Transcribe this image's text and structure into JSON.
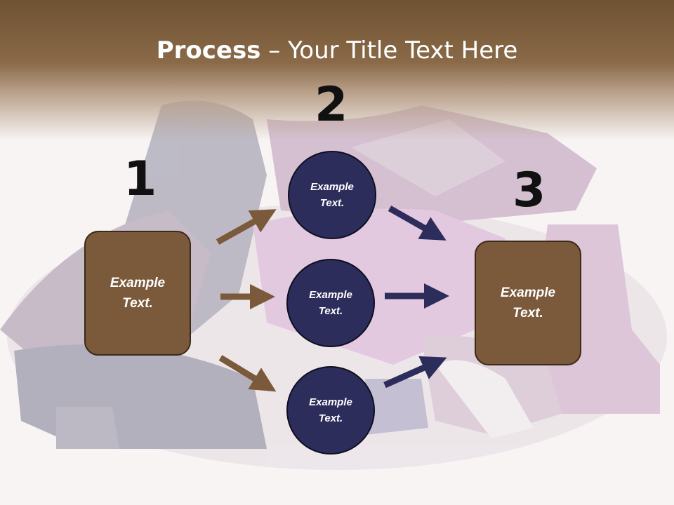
{
  "slide": {
    "title_bold": "Process",
    "title_rest": " – Your Title Text Here"
  },
  "steps": {
    "num1": "1",
    "num2": "2",
    "num3": "3"
  },
  "start_box": {
    "text": "Example\nText."
  },
  "circles": [
    {
      "text": "Example\nText."
    },
    {
      "text": "Example\nText."
    },
    {
      "text": "Example\nText."
    }
  ],
  "end_box": {
    "text": "Example\nText."
  },
  "colors": {
    "title_band": "#6e5232",
    "box_fill": "#7a5a3a",
    "circle_fill": "#2d2d5c",
    "brown_arrow": "#7a5a3a",
    "navy_arrow": "#2d2d5c",
    "step_number": "#111111"
  }
}
